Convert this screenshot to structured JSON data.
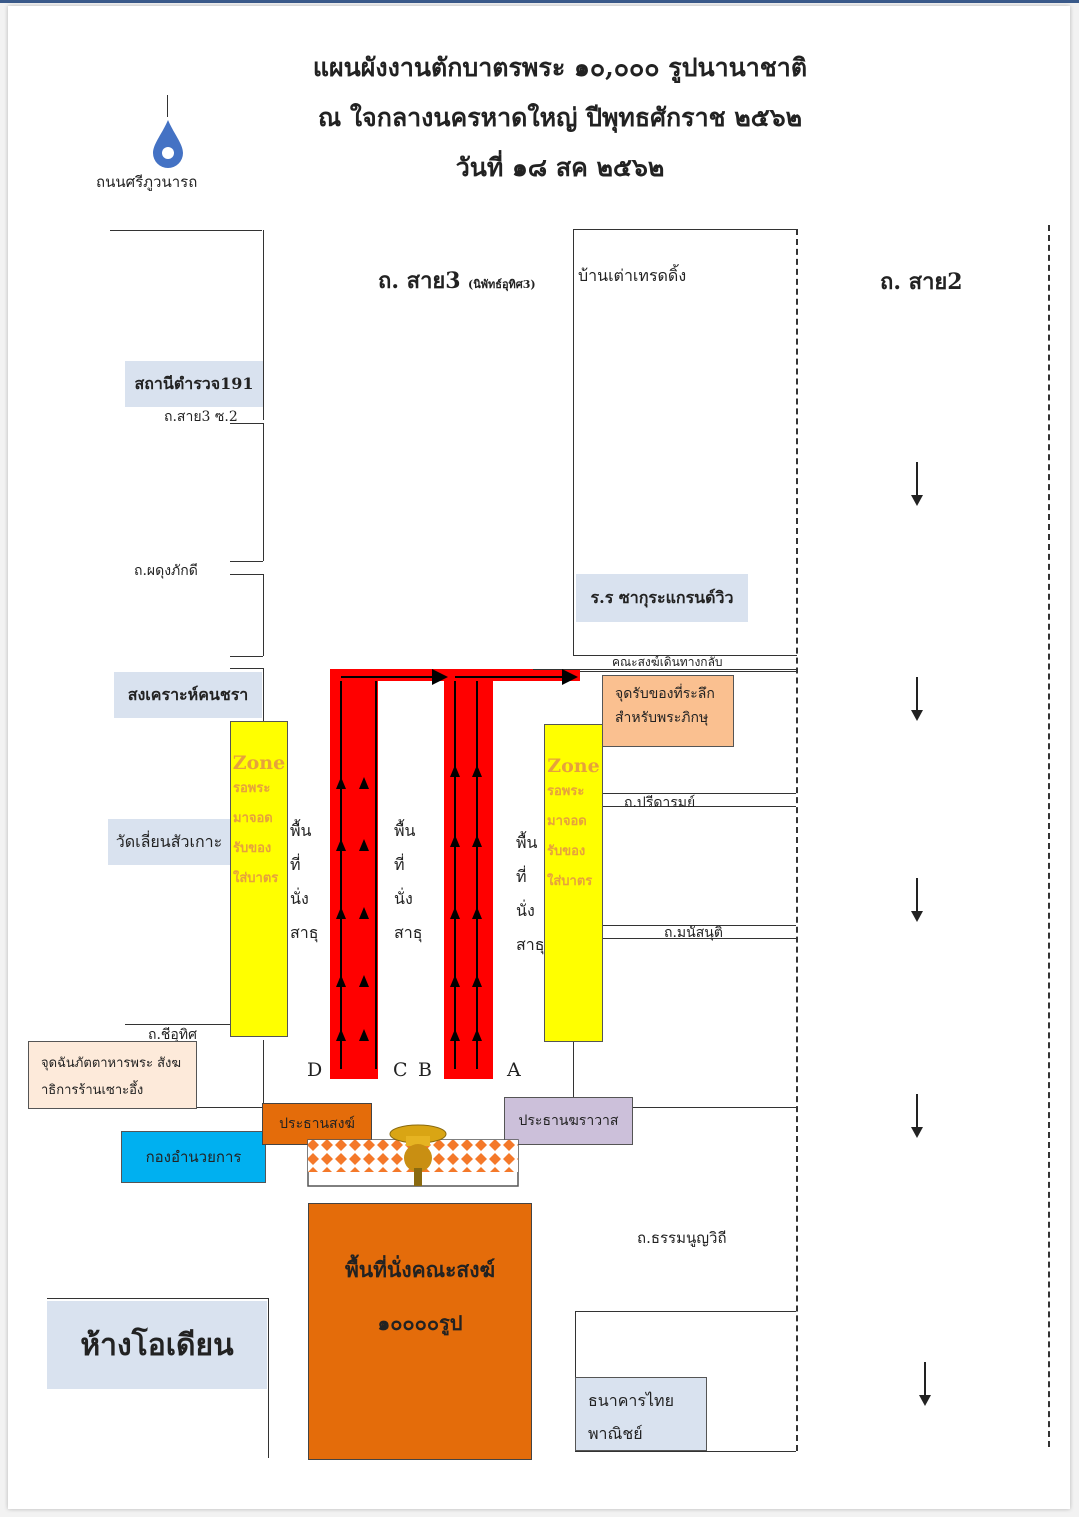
{
  "title": {
    "line1": "แผนผังงานตักบาตรพระ ๑๐,๐๐๐ รูปนานาชาติ",
    "line2": "ณ ใจกลางนครหาดใหญ่ ปีพุทธศักราช ๒๕๖๒",
    "line3": "วันที่ ๑๘ สค ๒๕๖๒"
  },
  "compass": {
    "label": "ถนนศรีภูวนารถ",
    "icon": "drop-pin-icon",
    "color": "#4472c4"
  },
  "roads": {
    "sai3": "ถ. สาย3",
    "sai3_sub": "(นิพัทธ์อุทิศ3)",
    "sai2": "ถ. สาย2",
    "sai3_soi2": "ถ.สาย3 ซ.2",
    "phadungpakdee": "ถ.ผดุงภักดี",
    "chiyotit": "ถ.ชีอุทิศ",
    "preecharom": "ถ.ปรีดารมย์",
    "manutsayut": "ถ.มนัสนุติ",
    "thammanoonwithi": "ถ.ธรรมนูญวิถี"
  },
  "places": {
    "police": "สถานีตำรวจ191",
    "elderly": "สงเคราะห์คนชรา",
    "wat": "วัดเลี่ยนสัวเกาะ",
    "sakura": "ร.ร ซากุระแกรนด์วิว",
    "baantao": "บ้านเต่าเทรดดิ้ง",
    "monks_return": "คณะสงฆ์เดินทางกลับ",
    "souvenir": "จุดรับของที่ระลึก สำหรับพระภิกษุ",
    "food_point": "จุดฉันภัตตาหารพระ สังฆาธิการร้านเซาะอึ้ง",
    "command": "กองอำนวยการ",
    "monk_chair": "ประธานสงฆ์",
    "lay_chair": "ประธานฆราวาส",
    "monk_area_line1": "พื้นที่นั่งคณะสงฆ์",
    "monk_area_line2": "๑๐๐๐๐รูป",
    "odean": "ห้างโอเดียน",
    "bank": "ธนาคารไทย พาณิชย์"
  },
  "zone": {
    "title": "Zone",
    "lines": [
      "รอพระ",
      "มาจอด",
      "รับของ",
      "ใส่บาตร"
    ]
  },
  "seating": [
    "พื้น",
    "ที่",
    "นั่ง",
    "สาธุ"
  ],
  "lanes": [
    "D",
    "C",
    "B",
    "A"
  ],
  "colors": {
    "red": "#ff0000",
    "yellow": "#ffff00",
    "orange": "#e46c0a",
    "peach": "#fac090",
    "lightblue": "#d9e2ef",
    "cyan": "#00b0f0",
    "lilac": "#ccc0da"
  }
}
